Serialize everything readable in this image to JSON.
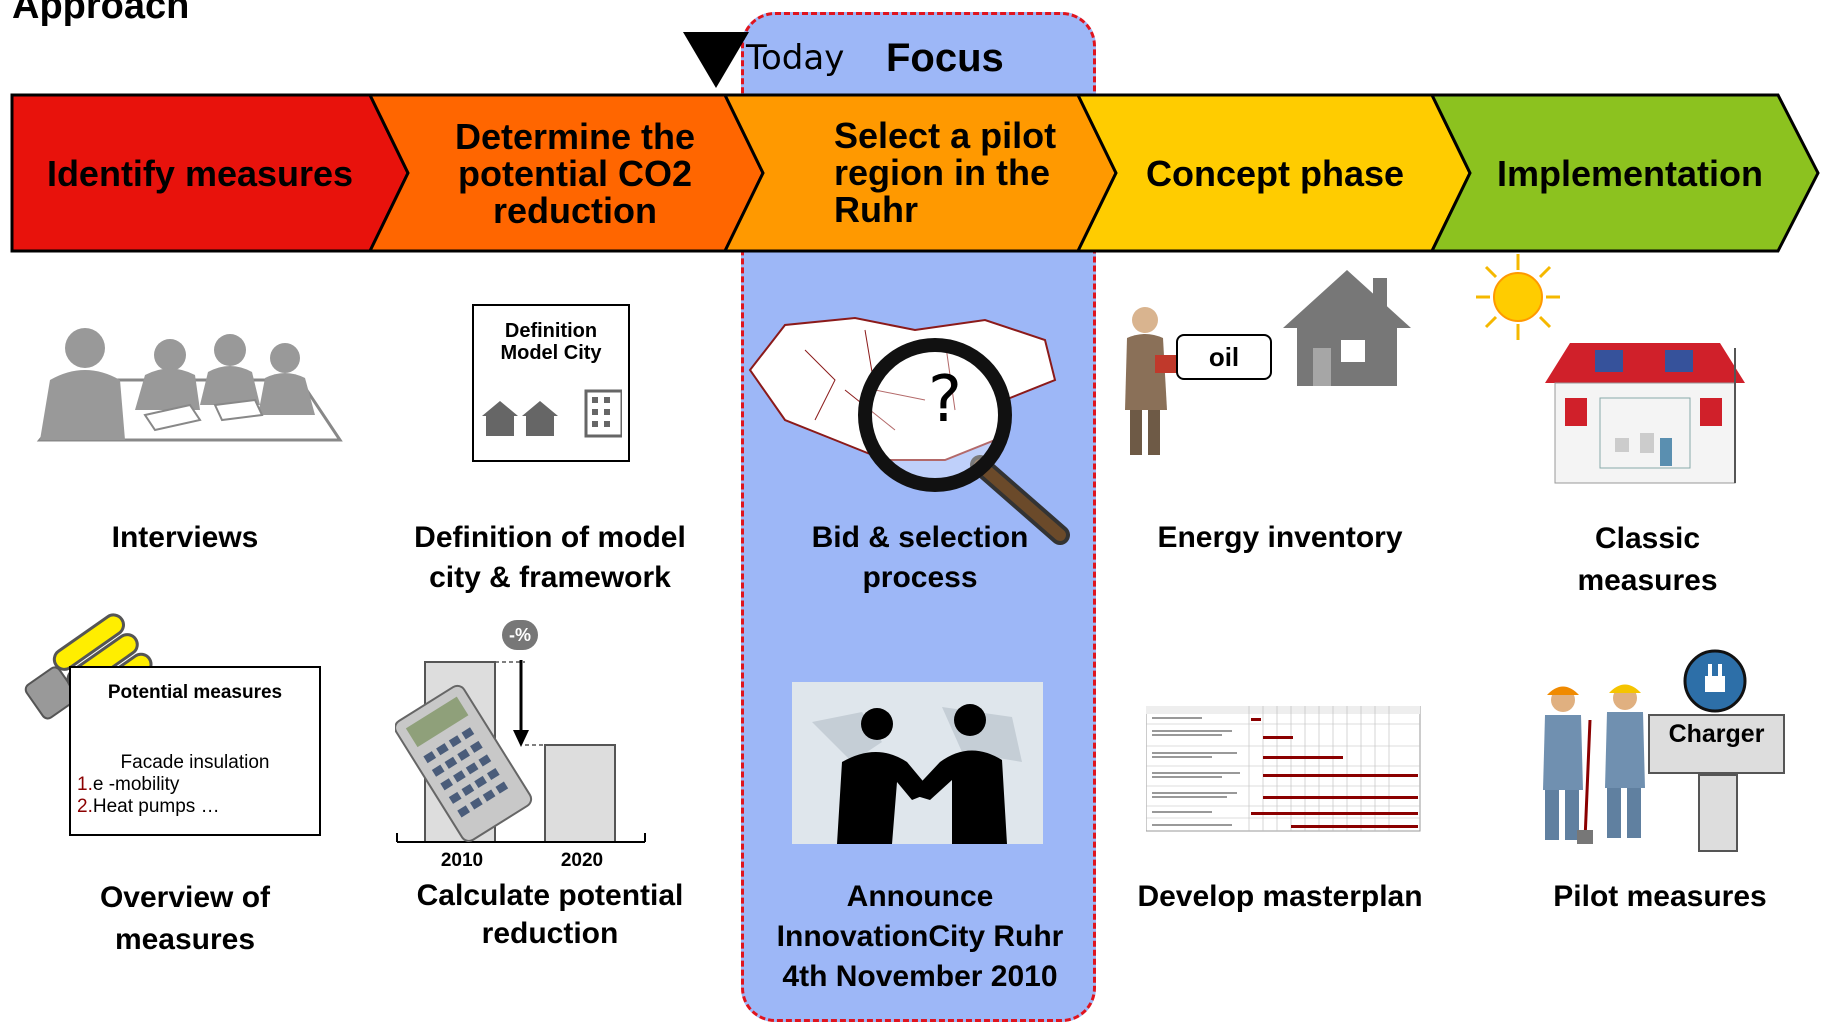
{
  "title": "Approach",
  "timeline": {
    "today_label": "Today",
    "focus_label": "Focus"
  },
  "phases": [
    {
      "label": "Identify measures",
      "color": "#e8120c"
    },
    {
      "label": "Determine the potential CO2 reduction",
      "color": "#ff6600"
    },
    {
      "label": "Select a pilot region in the Ruhr",
      "color": "#ff9900"
    },
    {
      "label": "Concept phase",
      "color": "#ffcc00"
    },
    {
      "label": "Implementation",
      "color": "#8cc21f"
    }
  ],
  "row1": {
    "captions": [
      "Interviews",
      "Definition of model city & framework",
      "Bid & selection process",
      "Energy inventory",
      "Classic measures"
    ],
    "definition_box": "Definition Model City",
    "oil_label": "oil",
    "magnifier_mark": "?"
  },
  "row2": {
    "captions": [
      "Overview of measures",
      "Calculate potential reduction",
      "Announce InnovationCity Ruhr 4th November 2010",
      "Develop masterplan",
      "Pilot measures"
    ],
    "potential_box": {
      "title": "Potential measures",
      "line1": "Facade insulation",
      "item1_num": "1.",
      "item1": "e -mobility",
      "item2_num": "2.",
      "item2": "Heat pumps …"
    },
    "calc": {
      "badge": "-%",
      "year1": "2010",
      "year2": "2020"
    },
    "charger_label": "Charger"
  },
  "colors": {
    "focus_fill": "#9db7f7",
    "focus_border": "#e0141e",
    "list_number": "#8b0000"
  }
}
